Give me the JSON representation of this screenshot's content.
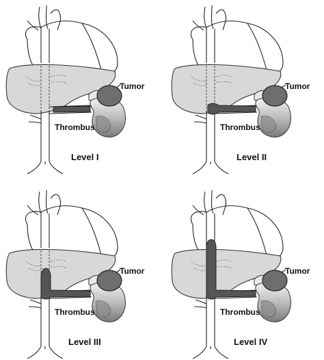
{
  "panels": [
    {
      "id": "level-1",
      "level_label": "Level I",
      "tumor_label": "Tumor",
      "thrombus_label": "Thrombus"
    },
    {
      "id": "level-2",
      "level_label": "Level II",
      "tumor_label": "Tumor",
      "thrombus_label": "Thrombus"
    },
    {
      "id": "level-3",
      "level_label": "Level III",
      "tumor_label": "Tumor",
      "thrombus_label": "Thrombus"
    },
    {
      "id": "level-4",
      "level_label": "Level IV",
      "tumor_label": "Tumor",
      "thrombus_label": "Thrombus"
    }
  ],
  "colors": {
    "liver": "#d8d8d8",
    "thrombus": "#555555",
    "tumor": "#6e6e6e",
    "kidney": "#c8c8c8",
    "outline": "#222222"
  }
}
